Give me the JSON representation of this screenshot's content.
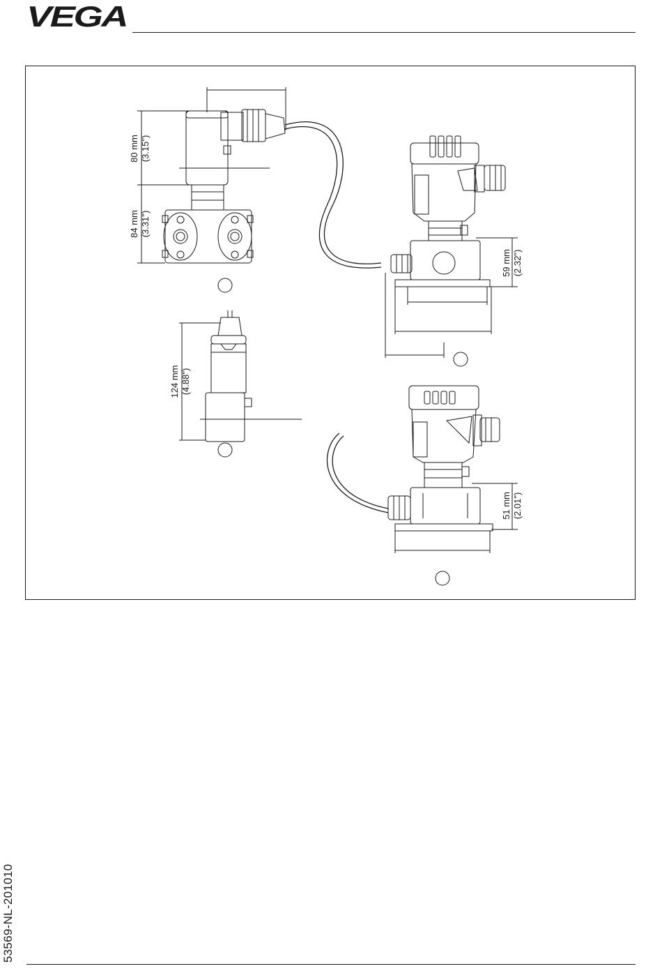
{
  "header": {
    "logo_text": "VEGA",
    "brand_color": "#FFE500"
  },
  "figure": {
    "dims": {
      "sensor_head_height": [
        "80 mm",
        "(3.15\")"
      ],
      "flange_height": [
        "84 mm",
        "(3.31\")"
      ],
      "probe_height": [
        "124 mm",
        "(4.88\")"
      ],
      "upper_base_height": [
        "59 mm",
        "(2.32\")"
      ],
      "lower_base_height": [
        "51 mm",
        "(2.01\")"
      ]
    }
  },
  "footer": {
    "doc_code": "53569-NL-201010"
  }
}
